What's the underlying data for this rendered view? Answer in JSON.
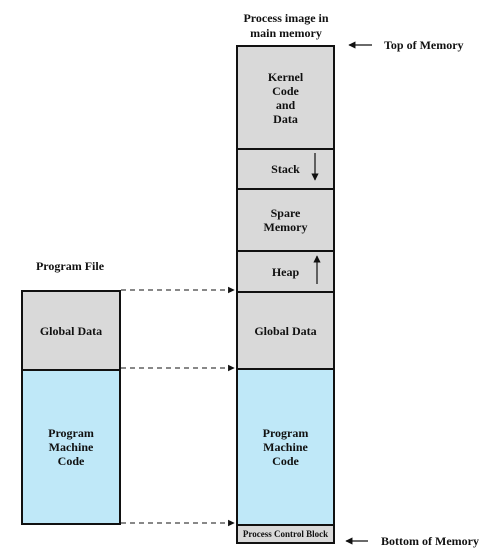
{
  "title": "Process image in\nmain memory",
  "top_label": "Top of Memory",
  "bottom_label": "Bottom of Memory",
  "program_file": {
    "title": "Program File",
    "global_data": "Global Data",
    "machine_code": "Program\nMachine\nCode"
  },
  "memory": {
    "kernel": "Kernel\nCode\nand\nData",
    "stack": "Stack",
    "spare": "Spare\nMemory",
    "heap": "Heap",
    "global_data": "Global Data",
    "machine_code": "Program\nMachine\nCode",
    "pcb": "Process Control Block"
  },
  "colors": {
    "gray": "#d9d9d9",
    "blue": "#bfe8f8",
    "line": "#111111"
  }
}
